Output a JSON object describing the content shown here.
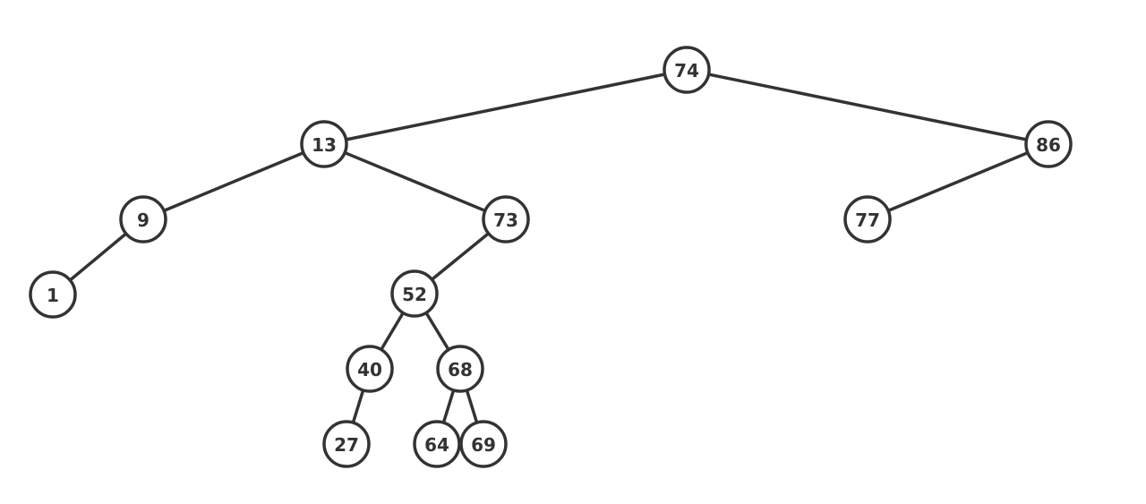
{
  "tree": {
    "nodes": [
      {
        "id": "n74",
        "label": "74"
      },
      {
        "id": "n13",
        "label": "13"
      },
      {
        "id": "n86",
        "label": "86"
      },
      {
        "id": "n9",
        "label": "9"
      },
      {
        "id": "n73",
        "label": "73"
      },
      {
        "id": "n77",
        "label": "77"
      },
      {
        "id": "n1",
        "label": "1"
      },
      {
        "id": "n52",
        "label": "52"
      },
      {
        "id": "n40",
        "label": "40"
      },
      {
        "id": "n68",
        "label": "68"
      },
      {
        "id": "n27",
        "label": "27"
      },
      {
        "id": "n64",
        "label": "64"
      },
      {
        "id": "n69",
        "label": "69"
      }
    ],
    "edges": [
      {
        "from": "n74",
        "to": "n13"
      },
      {
        "from": "n74",
        "to": "n86"
      },
      {
        "from": "n13",
        "to": "n9"
      },
      {
        "from": "n13",
        "to": "n73"
      },
      {
        "from": "n86",
        "to": "n77"
      },
      {
        "from": "n9",
        "to": "n1"
      },
      {
        "from": "n73",
        "to": "n52"
      },
      {
        "from": "n52",
        "to": "n40"
      },
      {
        "from": "n52",
        "to": "n68"
      },
      {
        "from": "n40",
        "to": "n27"
      },
      {
        "from": "n68",
        "to": "n64"
      },
      {
        "from": "n68",
        "to": "n69"
      }
    ]
  }
}
